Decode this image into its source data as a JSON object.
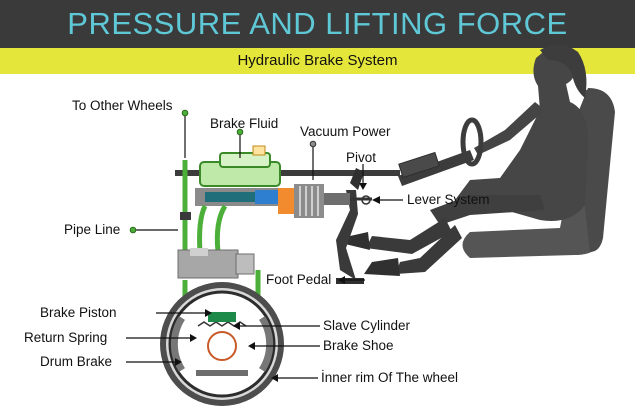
{
  "title": "PRESSURE AND LIFTING FORCE",
  "subtitle": "Hydraulic Brake System",
  "labels": {
    "to_other_wheels": "To Other Wheels",
    "brake_fluid": "Brake Fluid",
    "vacuum_power": "Vacuum Power",
    "pivot": "Pivot",
    "lever_system": "Lever System",
    "pipe_line": "Pipe Line",
    "foot_pedal": "Foot Pedal",
    "brake_piston": "Brake Piston",
    "slave_cylinder": "Slave Cylinder",
    "return_spring": "Return Spring",
    "brake_shoe": "Brake Shoe",
    "drum_brake": "Drum Brake",
    "inner_rim": "İnner rim Of The wheel"
  },
  "colors": {
    "header_bg": "#3a3a3a",
    "title": "#5fc8d6",
    "subtitle_bar": "#e5e63a",
    "pipe": "#4caf3a",
    "silhouette": "#4a4a4a",
    "booster": "#f28a2e"
  }
}
